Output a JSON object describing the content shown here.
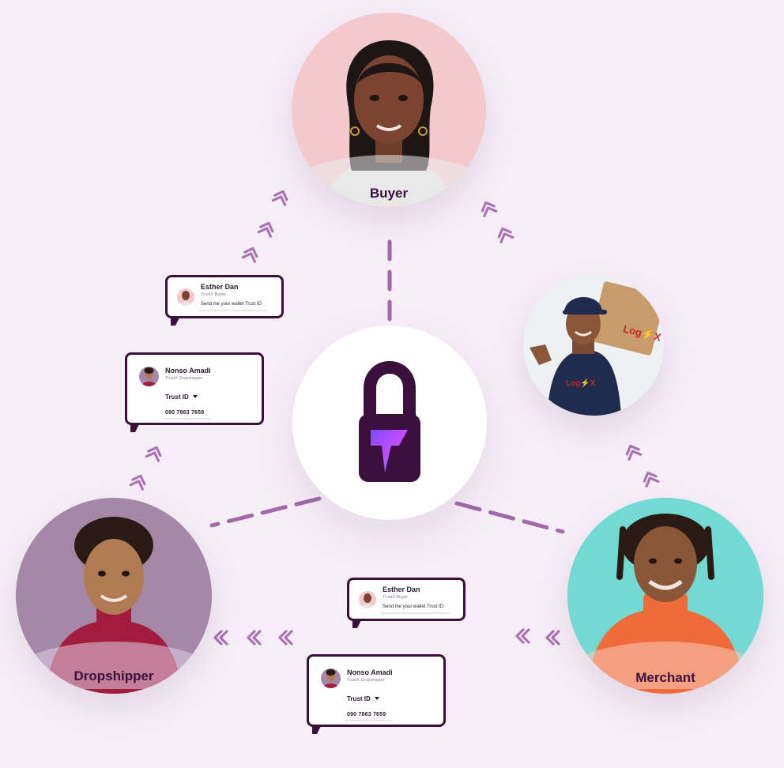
{
  "nodes": {
    "buyer": {
      "label": "Buyer"
    },
    "dropshipper": {
      "label": "Dropshipper"
    },
    "merchant": {
      "label": "Merchant"
    }
  },
  "logistics_logo": "Log⚡X",
  "chat_cards": [
    {
      "name": "Esther Dan",
      "role": "TrustX Buyer",
      "message": "Send me your wallet Trust ID"
    },
    {
      "name": "Nonso Amadi",
      "role": "TrustX Dropshipper",
      "field_label": "Trust ID",
      "number": "090 7863  7659"
    },
    {
      "name": "Esther Dan",
      "role": "TrustX Buyer",
      "message": "Send me your wallet Trust ID"
    },
    {
      "name": "Nonso Amadi",
      "role": "TrustX Dropshipper",
      "field_label": "Trust ID",
      "number": "090 7863  7659"
    }
  ],
  "colors": {
    "background": "#f6eef7",
    "connector": "#a06aa8",
    "card_border": "#3a0f3c",
    "lock_body": "#3a0f3c",
    "buyer_bg": "#f3c9cd",
    "dropshipper_bg": "#a587a8",
    "merchant_bg": "#72d9d3",
    "logistics_bg": "#eef1f1"
  },
  "icons": [
    "lock-icon",
    "trustx-logo-icon",
    "chevron-double-up-icon",
    "chevron-double-left-icon",
    "caret-down-icon"
  ]
}
